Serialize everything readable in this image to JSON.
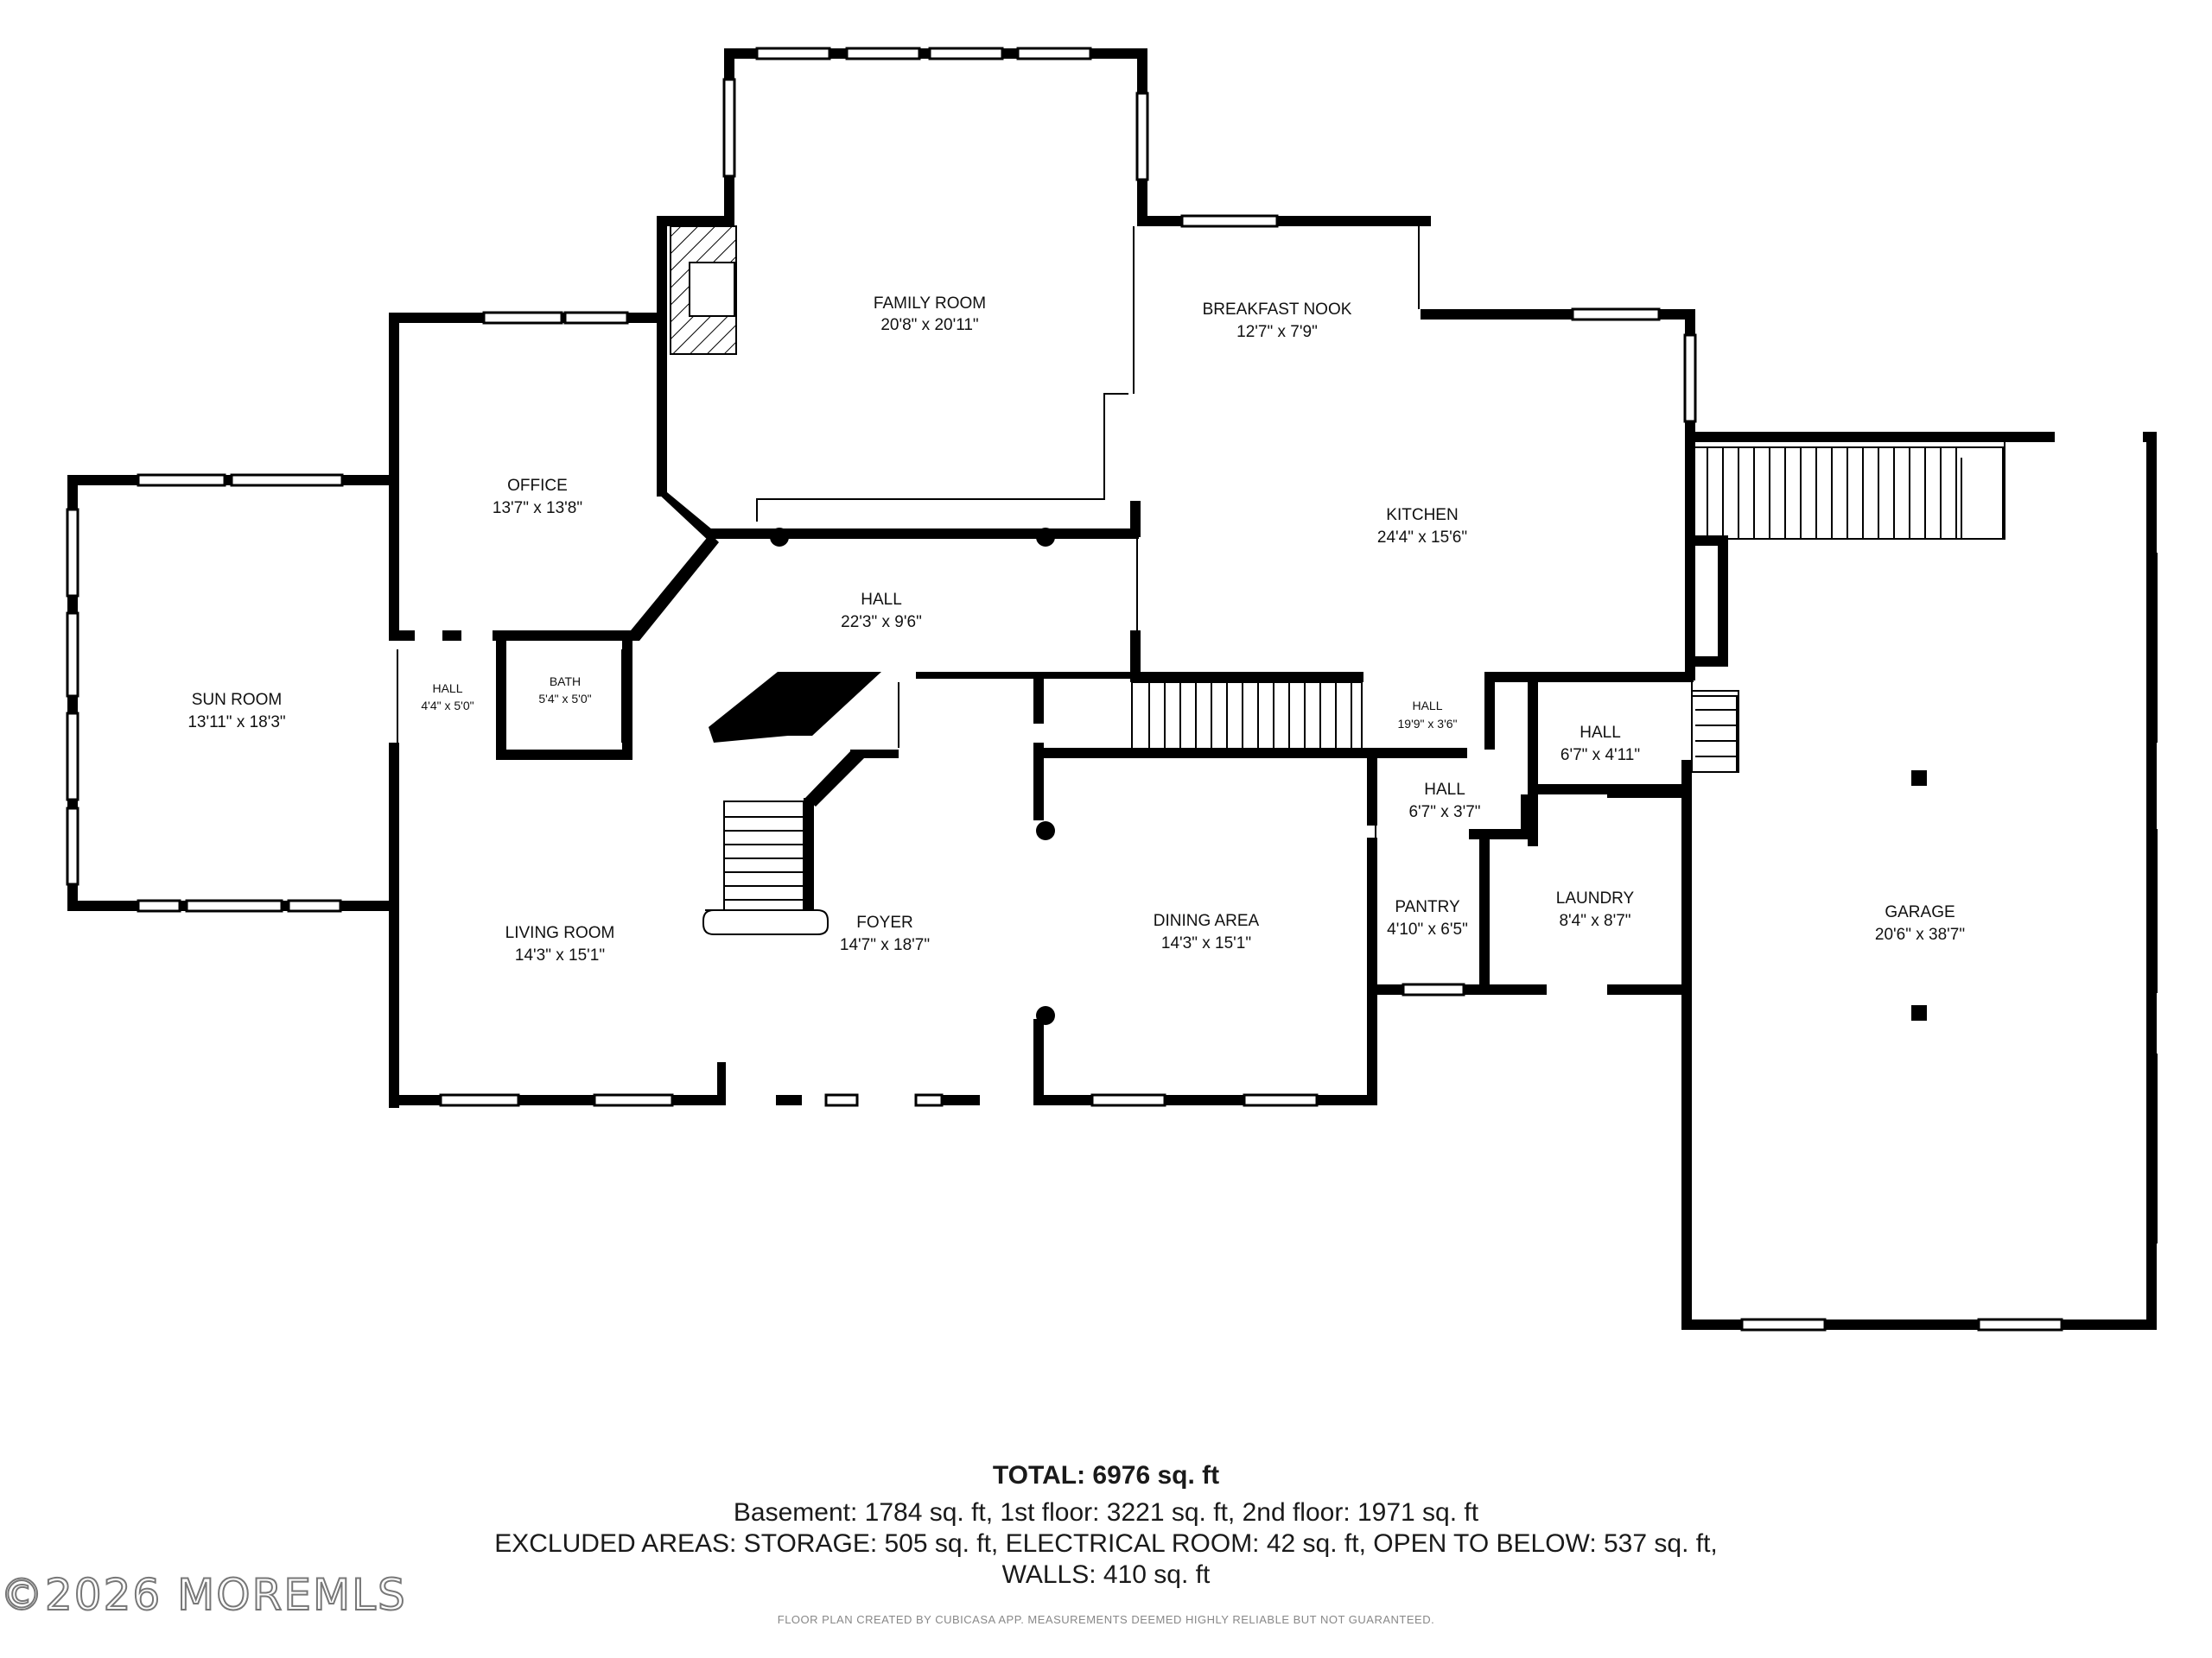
{
  "rooms": [
    {
      "id": "family-room",
      "name": "FAMILY ROOM",
      "dim": "20'8\" x 20'11\""
    },
    {
      "id": "breakfast-nook",
      "name": "BREAKFAST NOOK",
      "dim": "12'7\" x 7'9\""
    },
    {
      "id": "office",
      "name": "OFFICE",
      "dim": "13'7\" x 13'8\""
    },
    {
      "id": "kitchen",
      "name": "KITCHEN",
      "dim": "24'4\" x 15'6\""
    },
    {
      "id": "sun-room",
      "name": "SUN ROOM",
      "dim": "13'11\" x 18'3\""
    },
    {
      "id": "hall-main",
      "name": "HALL",
      "dim": "22'3\" x 9'6\""
    },
    {
      "id": "hall-small-left",
      "name": "HALL",
      "dim": "4'4\" x 5'0\""
    },
    {
      "id": "bath",
      "name": "BATH",
      "dim": "5'4\" x 5'0\""
    },
    {
      "id": "hall-stairs",
      "name": "HALL",
      "dim": "19'9\" x 3'6\""
    },
    {
      "id": "hall-right",
      "name": "HALL",
      "dim": "6'7\" x 4'11\""
    },
    {
      "id": "hall-pantry",
      "name": "HALL",
      "dim": "6'7\" x 3'7\""
    },
    {
      "id": "pantry",
      "name": "PANTRY",
      "dim": "4'10\" x 6'5\""
    },
    {
      "id": "laundry",
      "name": "LAUNDRY",
      "dim": "8'4\" x 8'7\""
    },
    {
      "id": "living-room",
      "name": "LIVING ROOM",
      "dim": "14'3\" x 15'1\""
    },
    {
      "id": "foyer",
      "name": "FOYER",
      "dim": "14'7\" x 18'7\""
    },
    {
      "id": "dining-area",
      "name": "DINING AREA",
      "dim": "14'3\" x 15'1\""
    },
    {
      "id": "garage",
      "name": "GARAGE",
      "dim": "20'6\" x 38'7\""
    }
  ],
  "footer": {
    "total": "TOTAL: 6976 sq. ft",
    "line1": "Basement: 1784 sq. ft, 1st floor: 3221 sq. ft, 2nd floor: 1971 sq. ft",
    "line2": "EXCLUDED AREAS: STORAGE: 505 sq. ft, ELECTRICAL ROOM: 42 sq. ft, OPEN TO BELOW: 537 sq. ft,",
    "line3": "WALLS: 410 sq. ft",
    "credit": "FLOOR PLAN CREATED BY CUBICASA APP. MEASUREMENTS DEEMED HIGHLY RELIABLE BUT NOT GUARANTEED."
  },
  "watermark": "©2026 MOREMLS"
}
